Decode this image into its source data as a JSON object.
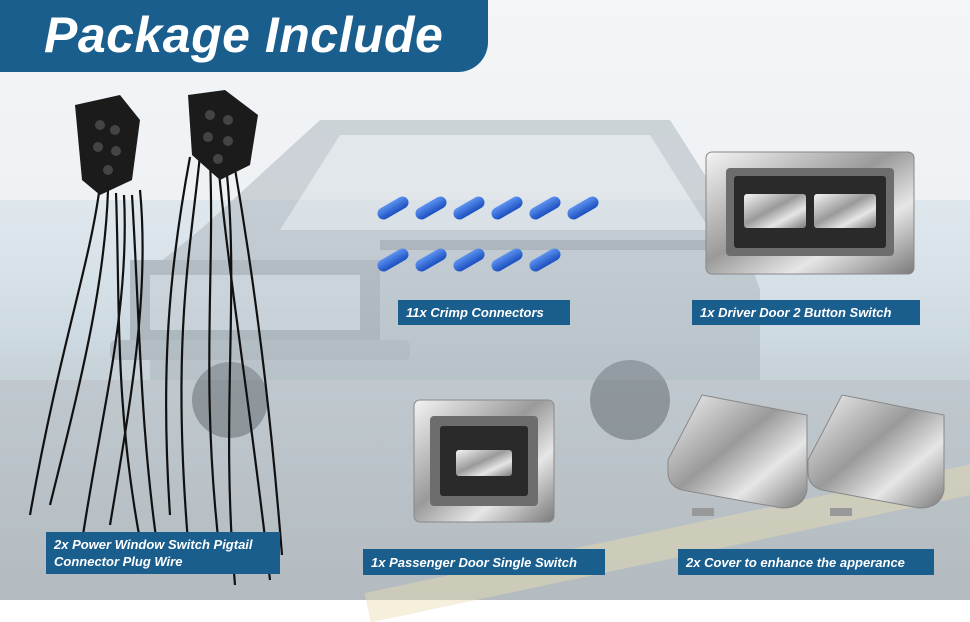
{
  "title": "Package Include",
  "items": {
    "crimp": "11x Crimp Connectors",
    "driver": "1x Driver Door 2 Button Switch",
    "pigtail_line1": "2x Power Window Switch Pigtail",
    "pigtail_line2": "Connector Plug Wire",
    "passenger": "1x Passenger Door Single Switch",
    "cover": "2x Cover to enhance the apperance"
  },
  "colors": {
    "accent": "#1a5e8e",
    "connector": "#1f5fd0",
    "wire": "#111111"
  }
}
